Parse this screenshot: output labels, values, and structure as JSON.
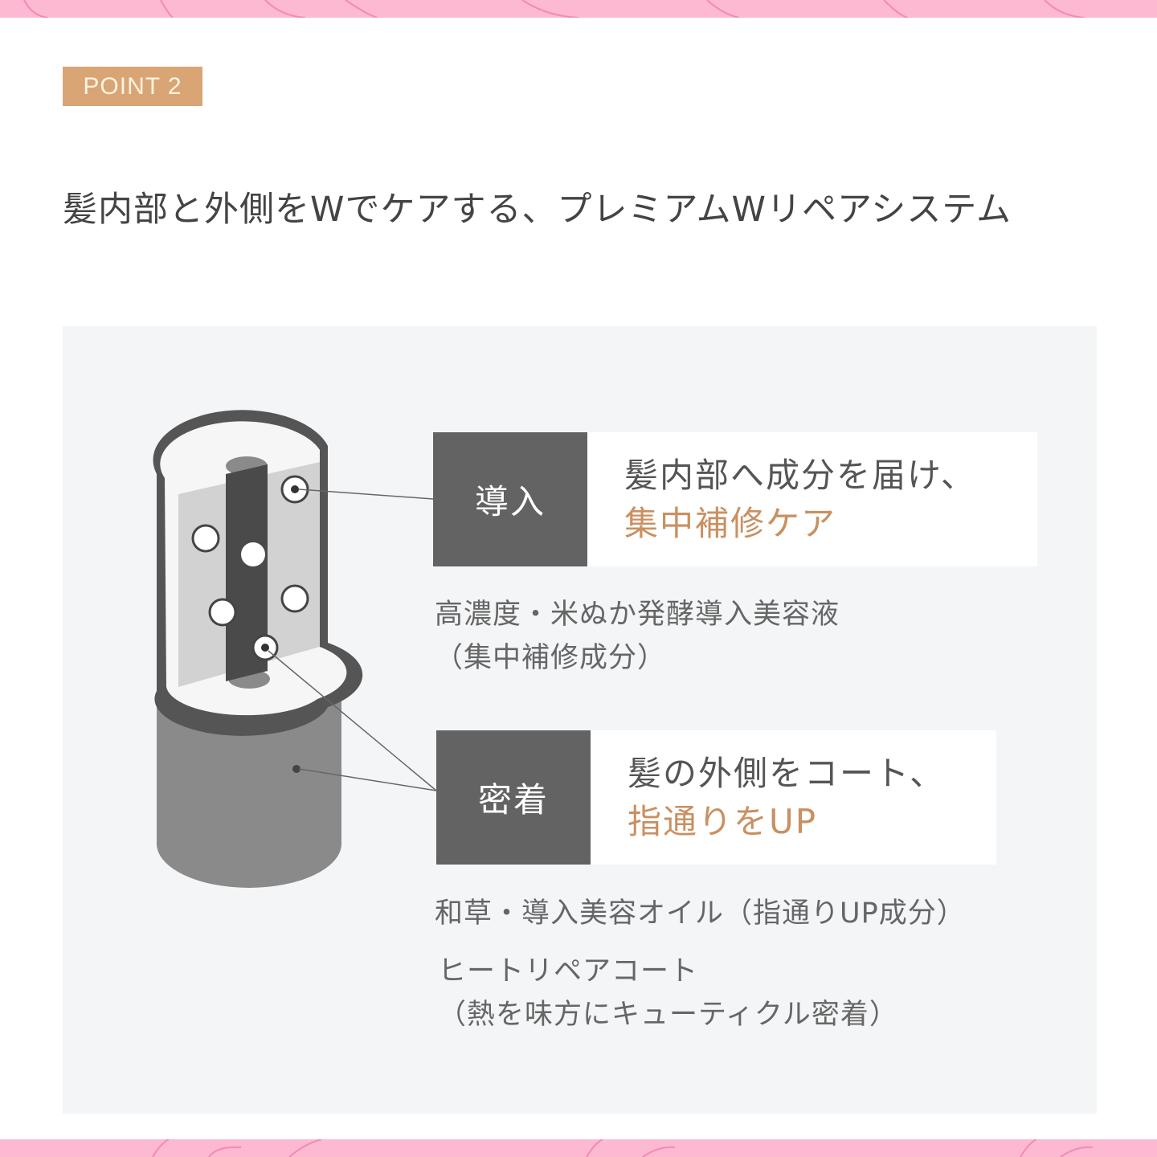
{
  "badge": "POINT 2",
  "title": "髪内部と外側をWでケアする、プレミアムWリペアシステム",
  "colors": {
    "pink": "#fdb8d2",
    "badge": "#d9a574",
    "accent": "#c99061",
    "label_bg": "#636363",
    "panel": "#f4f5f7"
  },
  "box1": {
    "label": "導入",
    "line1": "髪内部へ成分を届け、",
    "line2": "集中補修ケア"
  },
  "box1_notes": [
    "高濃度・米ぬか発酵導入美容液",
    "（集中補修成分）"
  ],
  "box2": {
    "label": "密着",
    "line1": "髪の外側をコート、",
    "line2": "指通りをUP"
  },
  "box2_notes": [
    "和草・導入美容オイル（指通りUP成分）",
    "ヒートリペアコート",
    "（熱を味方にキューティクル密着）"
  ]
}
